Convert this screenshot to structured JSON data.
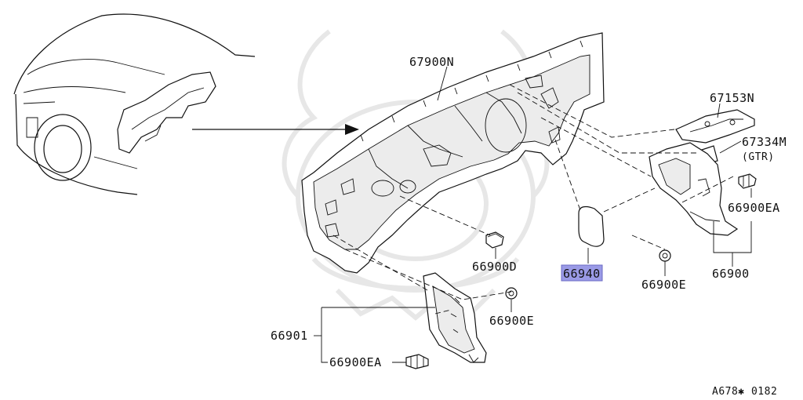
{
  "diagram": {
    "labels": {
      "dash_insulator": "67900N",
      "bracket": "67153N",
      "clip_gtr": "67334M",
      "gtr_note": "(GTR)",
      "clip_ea_right": "66900EA",
      "clip_d": "66900D",
      "clip_e_left": "66900E",
      "plug_prefix": "6694",
      "plug_suffix": "0",
      "clip_e_center": "66900E",
      "side_panel_right": "66900",
      "side_panel_left": "66901",
      "clip_ea_left": "66900EA",
      "ref_code": "A678✱ 0182"
    },
    "colors": {
      "highlight": "#9a9ae6",
      "highlight_stroke": "#6b6bc4",
      "ink": "#111111",
      "watermark": "#e7e7e7"
    }
  }
}
